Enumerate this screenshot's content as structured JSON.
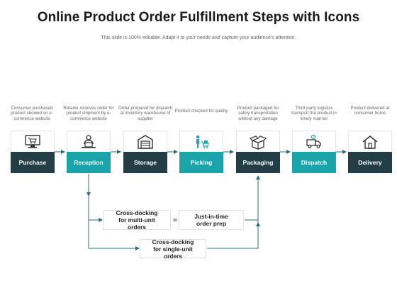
{
  "header": {
    "title": "Online Product Order Fulfillment Steps with Icons",
    "subtitle": "This slide is 100% editable. Adapt it to your needs and capture your audience's attention."
  },
  "steps": [
    {
      "label": "Purchase",
      "description": "Consumer purchased product showed on e-commerce website",
      "icon": "computer-cart-icon"
    },
    {
      "label": "Reception",
      "description": "Retailer receives order for product shipment by e-commerce website",
      "icon": "person-at-laptop-icon"
    },
    {
      "label": "Storage",
      "description": "Order prepared for dispatch at inventory warehouse of supplier",
      "icon": "warehouse-icon"
    },
    {
      "label": "Picking",
      "description": "Product checked for quality",
      "icon": "worker-with-cart-icon"
    },
    {
      "label": "Packaging",
      "description": "Product packaged for safely transportation without any damage",
      "icon": "open-box-icon"
    },
    {
      "label": "Dispatch",
      "description": "Third party logistics transport the product in timely manner",
      "icon": "delivery-truck-icon"
    },
    {
      "label": "Delivery",
      "description": "Product delivered at consumer home",
      "icon": "house-icon"
    }
  ],
  "options": {
    "multi_unit": "Cross-docking for multi-unit orders",
    "just_in_time": "Just-in-time order prep",
    "single_unit": "Cross-docking for single-unit orders"
  },
  "colors": {
    "dark": "#243e48",
    "teal": "#1aa3a8",
    "connector": "#2a6f80"
  }
}
